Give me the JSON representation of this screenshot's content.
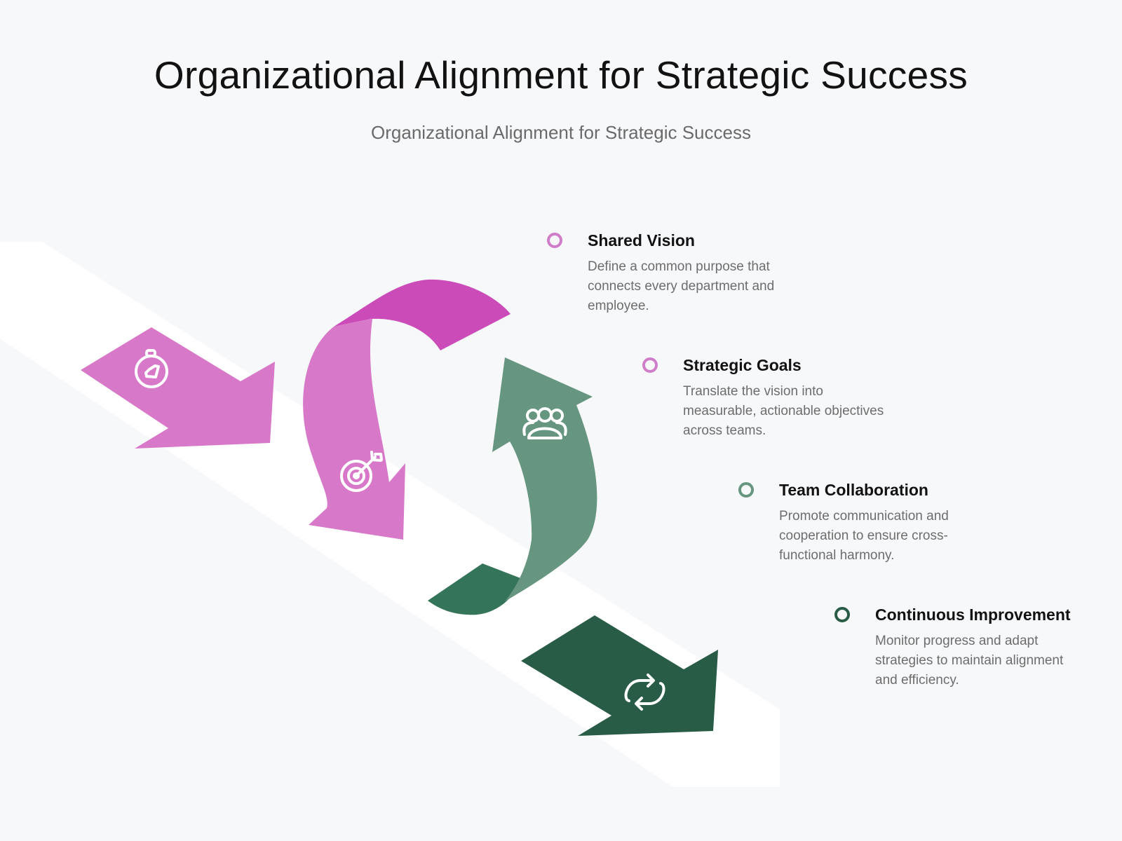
{
  "title": "Organizational Alignment for Strategic Success",
  "subtitle": "Organizational Alignment for Strategic Success",
  "colors": {
    "background": "#f7f8fa",
    "band": "#ffffff",
    "pink_light": "#d878c8",
    "pink_dark": "#cb4bb9",
    "green_mid": "#66967f",
    "green_dark": "#347559",
    "green_deep": "#285c47"
  },
  "steps": [
    {
      "title": "Shared Vision",
      "description": "Define a common purpose that connects every department and employee.",
      "marker_color": "#cf7cc9",
      "icon": "compass-icon"
    },
    {
      "title": "Strategic Goals",
      "description": "Translate the vision into measurable, actionable objectives across teams.",
      "marker_color": "#cf7cc9",
      "icon": "target-icon"
    },
    {
      "title": "Team Collaboration",
      "description": "Promote communication and cooperation to ensure cross-functional harmony.",
      "marker_color": "#66967f",
      "icon": "team-icon"
    },
    {
      "title": "Continuous Improvement",
      "description": "Monitor progress and adapt strategies to maintain alignment and efficiency.",
      "marker_color": "#285c47",
      "icon": "cycle-icon"
    }
  ]
}
